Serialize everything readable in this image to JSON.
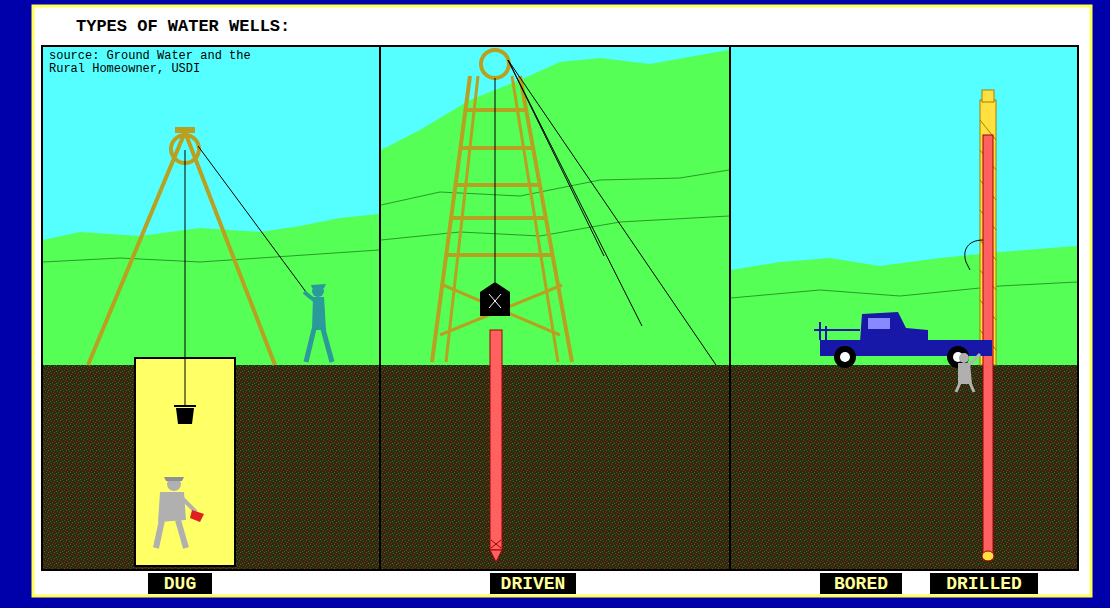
{
  "diagram": {
    "title": "TYPES OF WATER WELLS:",
    "nodes": [
      {
        "text": [
          "DUG"
        ]
      },
      {
        "text": [
          "DRIVEN"
        ]
      },
      {
        "text": [
          "BORED"
        ]
      },
      {
        "text": [
          "DRILLED"
        ]
      }
    ],
    "labels": [
      "source: Ground Water and the Rural Homeowner, USDI",
      "/"
    ]
  }
}
